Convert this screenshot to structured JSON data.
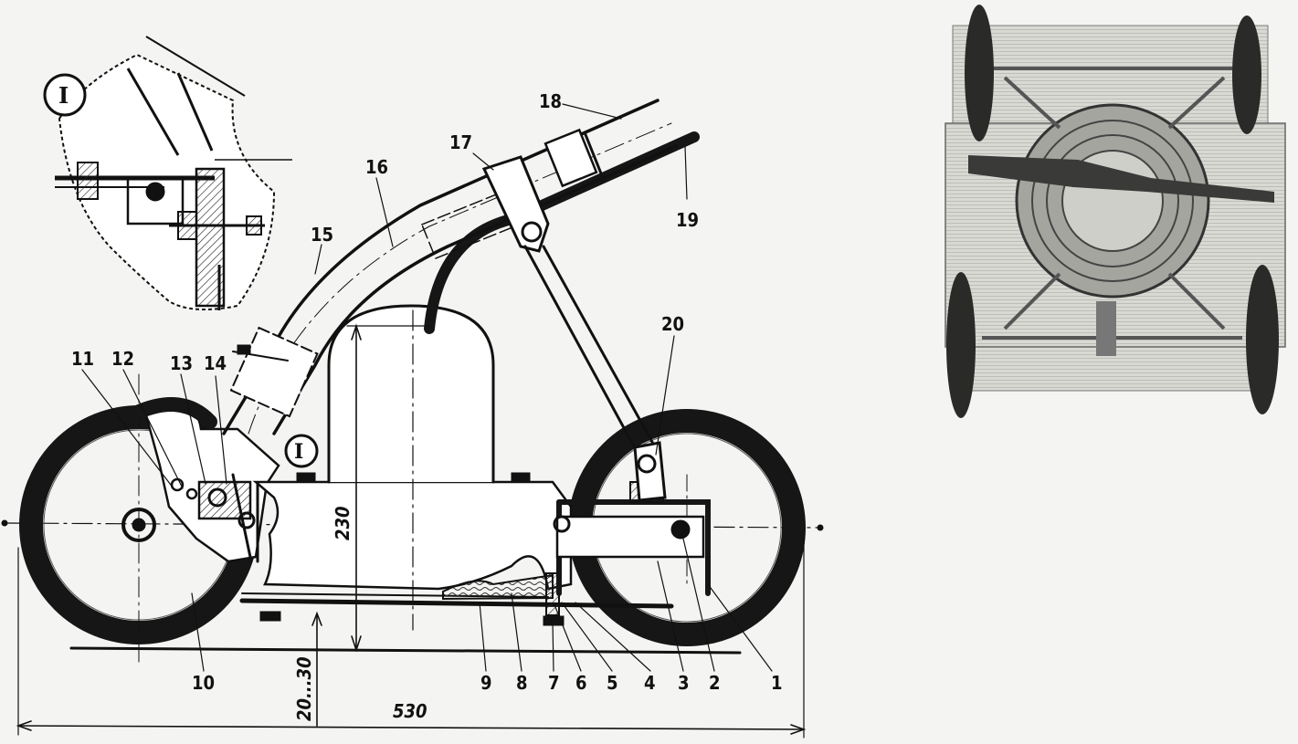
{
  "diagram": {
    "callouts": [
      {
        "id": "c1",
        "label": "1"
      },
      {
        "id": "c2",
        "label": "2"
      },
      {
        "id": "c3",
        "label": "3"
      },
      {
        "id": "c4",
        "label": "4"
      },
      {
        "id": "c5",
        "label": "5"
      },
      {
        "id": "c6",
        "label": "6"
      },
      {
        "id": "c7",
        "label": "7"
      },
      {
        "id": "c8",
        "label": "8"
      },
      {
        "id": "c9",
        "label": "9"
      },
      {
        "id": "c10",
        "label": "10"
      },
      {
        "id": "c11",
        "label": "11"
      },
      {
        "id": "c12",
        "label": "12"
      },
      {
        "id": "c13",
        "label": "13"
      },
      {
        "id": "c14",
        "label": "14"
      },
      {
        "id": "c15",
        "label": "15"
      },
      {
        "id": "c16",
        "label": "16"
      },
      {
        "id": "c17",
        "label": "17"
      },
      {
        "id": "c18",
        "label": "18"
      },
      {
        "id": "c19",
        "label": "19"
      },
      {
        "id": "c20",
        "label": "20"
      }
    ],
    "detail_marker": "I",
    "dimensions": {
      "height": "230",
      "length": "530",
      "clearance": "20...30"
    }
  }
}
